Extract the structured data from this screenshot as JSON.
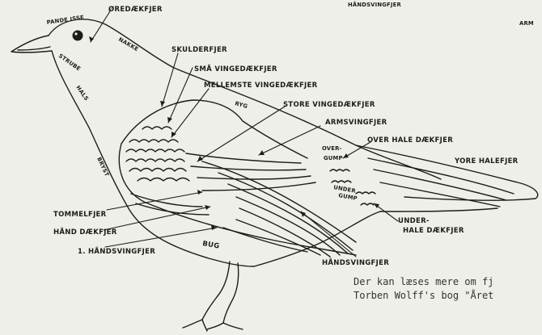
{
  "labels": {
    "oredaekfjer": "ØREDÆKFJER",
    "pande_isse": "PANDE ISSE",
    "nakke": "NAKKE",
    "strube": "STRUBE",
    "hals": "HALS",
    "bryst": "BRYST",
    "skulderfjer": "SKULDERFJER",
    "smaa_vingedaekfjer": "SMÅ VINGEDÆKFJER",
    "mellemste_vingedaekfjer": "MELLEMSTE VINGEDÆKFJER",
    "ryg": "RYG",
    "store_vingedaekfjer": "STORE VINGEDÆKFJER",
    "armsvingfjer": "ARMSVINGFJER",
    "over_gump": "OVER-",
    "over_gump2": "GUMP",
    "over_haledaekfjer": "OVER HALE DÆKFJER",
    "yore_halefjer": "YORE HALEFJER",
    "under_gump": "UNDER",
    "under_gump2": "GUMP",
    "under_haledaekfjer": "UNDER-",
    "under_haledaekfjer2": "HALE DÆKFJER",
    "tommelfjer": "TOMMELFJER",
    "haand_daekfjer": "HÅND DÆKFJER",
    "haandsvingfjer_1": "1. HÅNDSVINGFJER",
    "bug": "BUG",
    "haandsvingfjer": "HÅNDSVINGFJER",
    "top_haandsvingfjer": "HÅNDSVINGFJER",
    "top_arm": "ARM"
  },
  "text_lines": {
    "line1": "Der kan læses mere om fj",
    "line2": "Torben Wolff's bog \"Året"
  },
  "colors": {
    "paper": "#efefe9",
    "ink": "#1c1c1c"
  }
}
